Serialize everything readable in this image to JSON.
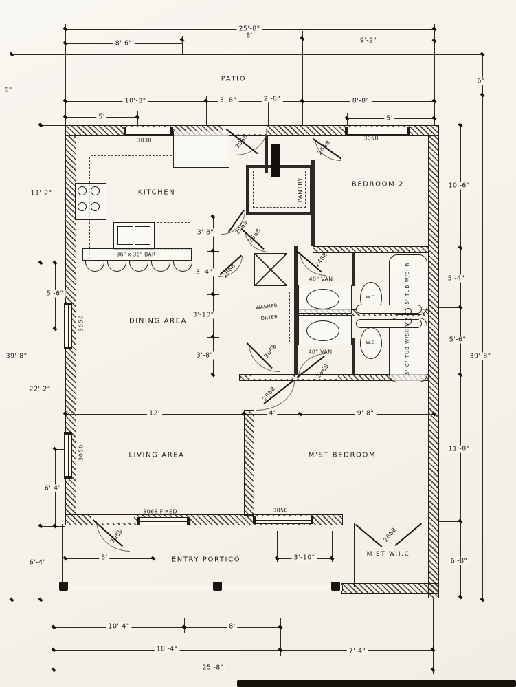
{
  "rooms": {
    "patio": "PATIO",
    "kitchen": "KITCHEN",
    "pantry": "PANTRY",
    "bedroom2": "BEDROOM 2",
    "dining": "DINING AREA",
    "living": "LIVING AREA",
    "master_bedroom": "M'ST BEDROOM",
    "entry_portico": "ENTRY PORTICO",
    "master_wic": "M'ST W.I.C"
  },
  "fixtures": {
    "bar": "96\" x 36\" BAR",
    "washer": "WASHER",
    "dryer": "DRYER",
    "vanity_upper": "40\" VAN",
    "vanity_lower": "40\" VAN",
    "wc_upper": "W.C",
    "wc_lower": "W.C",
    "tub_upper": "5' TUB W/SHR",
    "tub_lower": "5'-0\" TUB W/SHR"
  },
  "windows": {
    "kitchen": "3030",
    "bedroom2": "3050",
    "dining": "3050",
    "living": "3050",
    "master": "3050",
    "living_fixed": "3068 FIXED"
  },
  "doors": {
    "patio": "3068",
    "bedroom2": "2668",
    "pantry": "2068",
    "hall_upper": "2668",
    "hall_lower": "2068",
    "bath_upper": "2468",
    "laundry": "3068",
    "bath_lower": "2868",
    "master_hall": "2868",
    "entry": "3068",
    "wic": "2668"
  },
  "dims": {
    "top_total": "25'-8\"",
    "top_left": "8'-6\"",
    "top_mid": "8'",
    "top_right": "9'-2\"",
    "patio_left": "10'-8\"",
    "patio_door": "3'-8\"",
    "patio_mid": "2'-8\"",
    "patio_right": "8'-8\"",
    "patio_5_left": "5'",
    "patio_5_right": "5'",
    "left_eave": "6\"",
    "left_total": "39'-8\"",
    "left_upper": "11'-2\"",
    "left_win_dining": "5'-6\"",
    "left_lower": "22'-2\"",
    "left_win_living": "6'-4\"",
    "left_bottom": "6'-4\"",
    "right_eave": "6\"",
    "right_total": "39'-8\"",
    "right_bed2": "10'-6\"",
    "right_bath1": "5'-4\"",
    "right_bath2": "5'-6\"",
    "right_mbr": "11'-8\"",
    "right_wic": "6'-8\"",
    "hall_1": "3'-8\"",
    "hall_2": "3'-4\"",
    "hall_3": "3'-10\"",
    "hall_4": "3'-8\"",
    "living_w": "12'",
    "hall_w": "4'",
    "mbr_w": "9'-8\"",
    "portico_5": "5'",
    "portico_310": "3'-10\"",
    "bottom_1a": "10'-4\"",
    "bottom_1b": "8'",
    "bottom_2a": "18'-4\"",
    "bottom_2b": "7'-4\"",
    "bottom_total": "25'-8\""
  }
}
